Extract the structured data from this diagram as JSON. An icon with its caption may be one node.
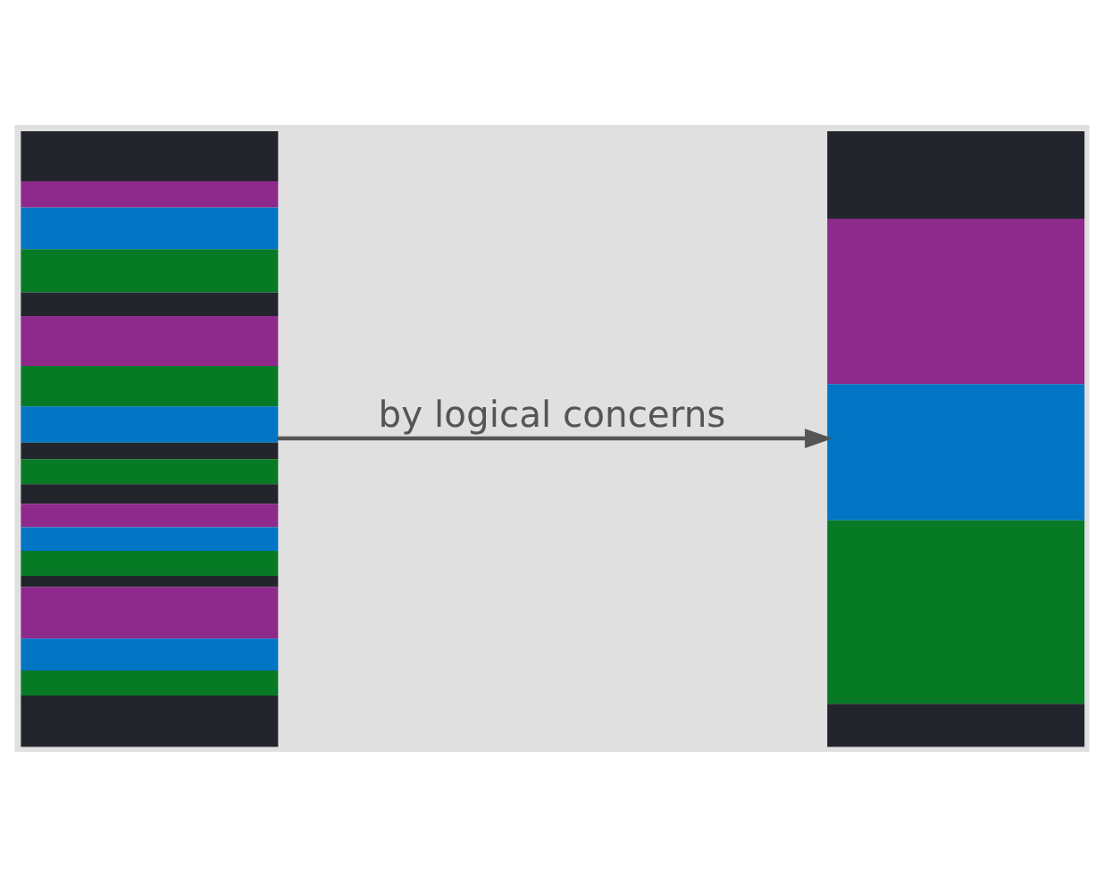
{
  "diagram": {
    "nodes": [
      {
        "text": [],
        "shape": "bar"
      },
      {
        "text": [],
        "shape": "bar"
      }
    ],
    "edges": [
      {
        "from": 0,
        "to": 1,
        "arrow": "to",
        "label": "by logical concerns"
      }
    ]
  }
}
